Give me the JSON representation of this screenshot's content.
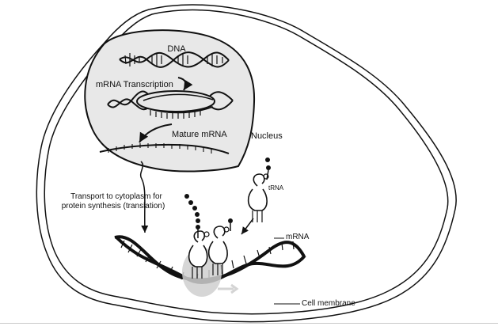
{
  "diagram": {
    "title": "Protein synthesis diagram",
    "labels": {
      "dna": "DNA",
      "transcription": "mRNA Transcription",
      "mature_mrna": "Mature mRNA",
      "nucleus": "Nucleus",
      "transport_line1": "Transport to cytoplasm for",
      "transport_line2": "protein synthesis (translation)",
      "trna": "tRNA",
      "mrna": "mRNA",
      "cell_membrane": "Cell membrane"
    },
    "colors": {
      "outline": "#111111",
      "nucleus_fill": "#e8e8e8",
      "ribosome": "#cfcfcf",
      "text": "#111111"
    }
  }
}
